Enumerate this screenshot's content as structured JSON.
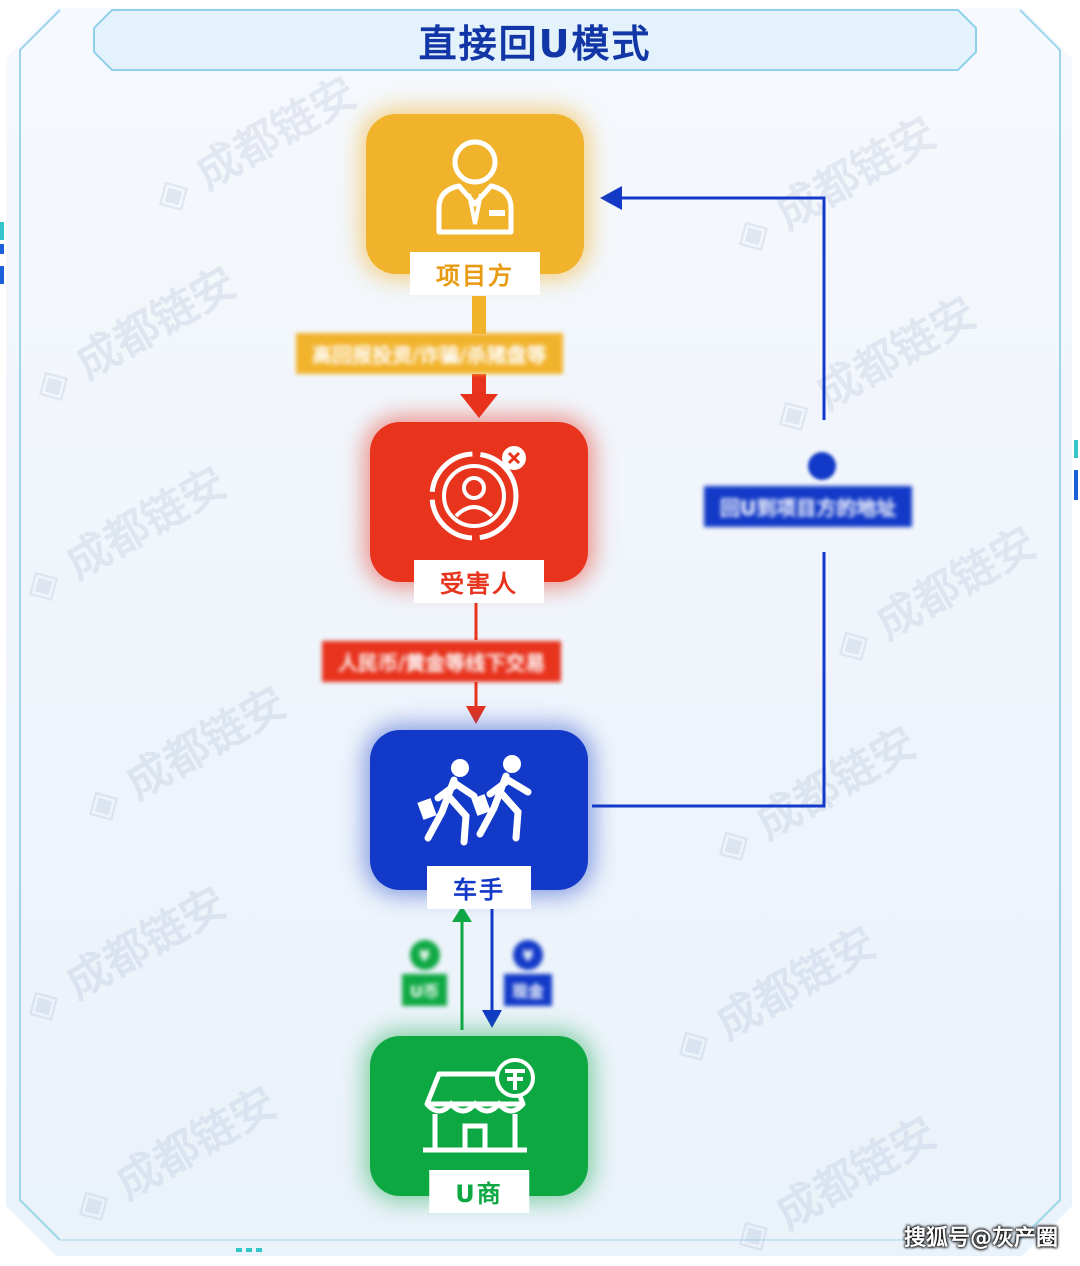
{
  "title": "直接回U模式",
  "watermark_text": "成都链安",
  "nodes": {
    "project": {
      "label": "项目方",
      "color": "#f2b32c",
      "icon": "businessman-icon"
    },
    "victim": {
      "label": "受害人",
      "color": "#e8331d",
      "icon": "targeted-person-icon"
    },
    "runner": {
      "label": "车手",
      "color": "#1239c8",
      "icon": "running-people-icon"
    },
    "ushop": {
      "label": "U商",
      "color": "#0ea843",
      "icon": "store-tether-icon"
    }
  },
  "edges": {
    "project_to_victim": "高回报投资/诈骗/杀猪盘等",
    "victim_to_runner": "人民币/黄金等线下交易",
    "runner_to_project": "回U到项目方的地址",
    "ushop_to_runner": "U币",
    "runner_to_ushop": "现金"
  },
  "credit": "搜狐号@灰产圈"
}
